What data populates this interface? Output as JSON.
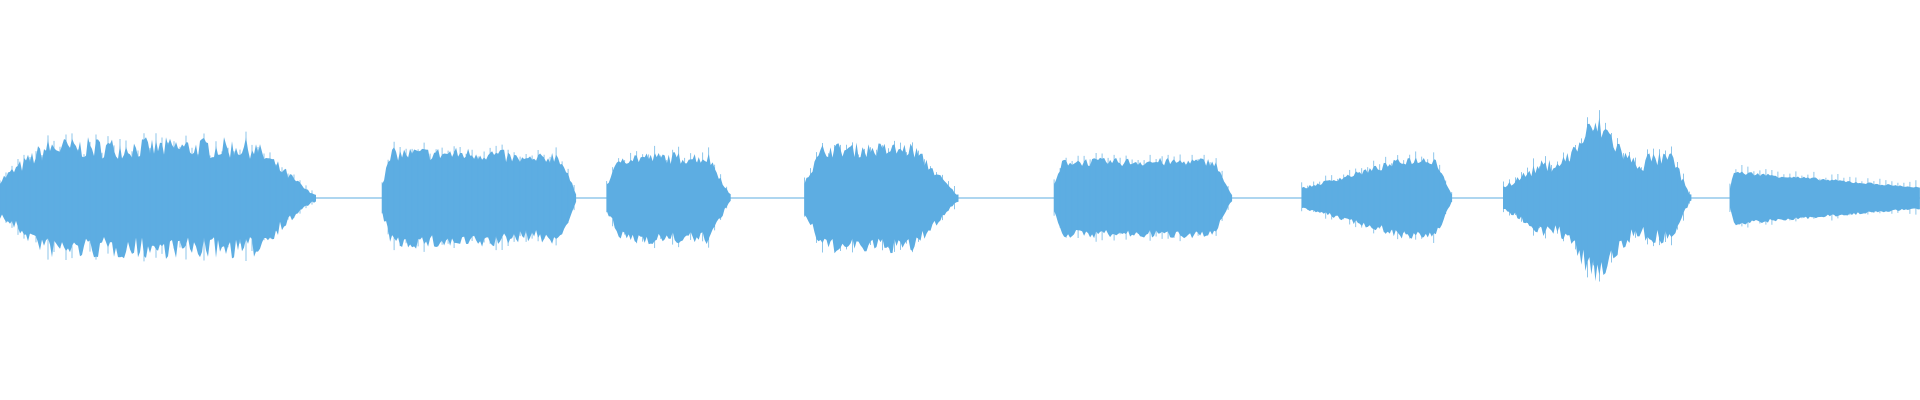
{
  "waveform": {
    "color": "#5dade2",
    "background": "#ffffff",
    "peak_amplitude": 1.0,
    "segments": [
      {
        "start": 0.0,
        "end": 0.165,
        "attack": 0.15,
        "release": 0.2,
        "shape": "flat",
        "level": 0.5,
        "roughness": 0.22
      },
      {
        "start": 0.199,
        "end": 0.301,
        "attack": 0.05,
        "release": 0.1,
        "shape": "dip",
        "level": 0.44,
        "roughness": 0.16
      },
      {
        "start": 0.316,
        "end": 0.381,
        "attack": 0.12,
        "release": 0.18,
        "shape": "flat",
        "level": 0.4,
        "roughness": 0.16
      },
      {
        "start": 0.419,
        "end": 0.5,
        "attack": 0.12,
        "release": 0.3,
        "shape": "flat",
        "level": 0.48,
        "roughness": 0.16
      },
      {
        "start": 0.549,
        "end": 0.642,
        "attack": 0.05,
        "release": 0.1,
        "shape": "flat",
        "level": 0.36,
        "roughness": 0.12
      },
      {
        "start": 0.678,
        "end": 0.757,
        "attack": 0.7,
        "release": 0.12,
        "shape": "ramp",
        "level": 0.38,
        "roughness": 0.12
      },
      {
        "start": 0.783,
        "end": 0.881,
        "attack": 0.2,
        "release": 0.1,
        "shape": "peak",
        "level": 0.7,
        "roughness": 0.2
      },
      {
        "start": 0.901,
        "end": 1.0,
        "attack": 0.02,
        "release": 0.0,
        "shape": "taper",
        "level": 0.26,
        "roughness": 0.08
      }
    ]
  }
}
